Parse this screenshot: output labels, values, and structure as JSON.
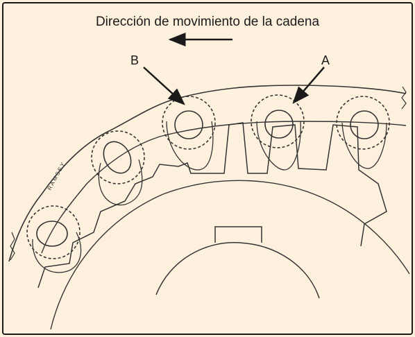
{
  "title": "Dirección de movimiento de la cadena",
  "labels": {
    "a": "A",
    "b": "B"
  },
  "brand": "RAMSEY",
  "colors": {
    "paper": "#fdf1dd",
    "ink": "#1a1a1a",
    "line": "#333333"
  }
}
